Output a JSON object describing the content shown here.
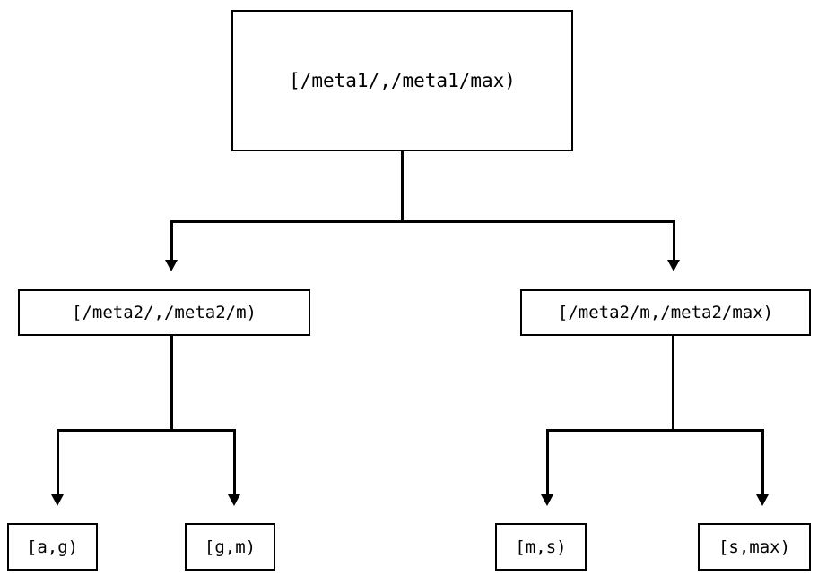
{
  "diagram": {
    "type": "tree",
    "background_color": "#ffffff",
    "line_color": "#000000",
    "text_color": "#000000",
    "levels": 3,
    "root": {
      "label": "[/meta1/,/meta1/max)"
    },
    "level2": [
      {
        "label": "[/meta2/,/meta2/m)"
      },
      {
        "label": "[/meta2/m,/meta2/max)"
      }
    ],
    "level3": [
      {
        "label": "[a,g)"
      },
      {
        "label": "[g,m)"
      },
      {
        "label": "[m,s)"
      },
      {
        "label": "[s,max)"
      }
    ]
  }
}
